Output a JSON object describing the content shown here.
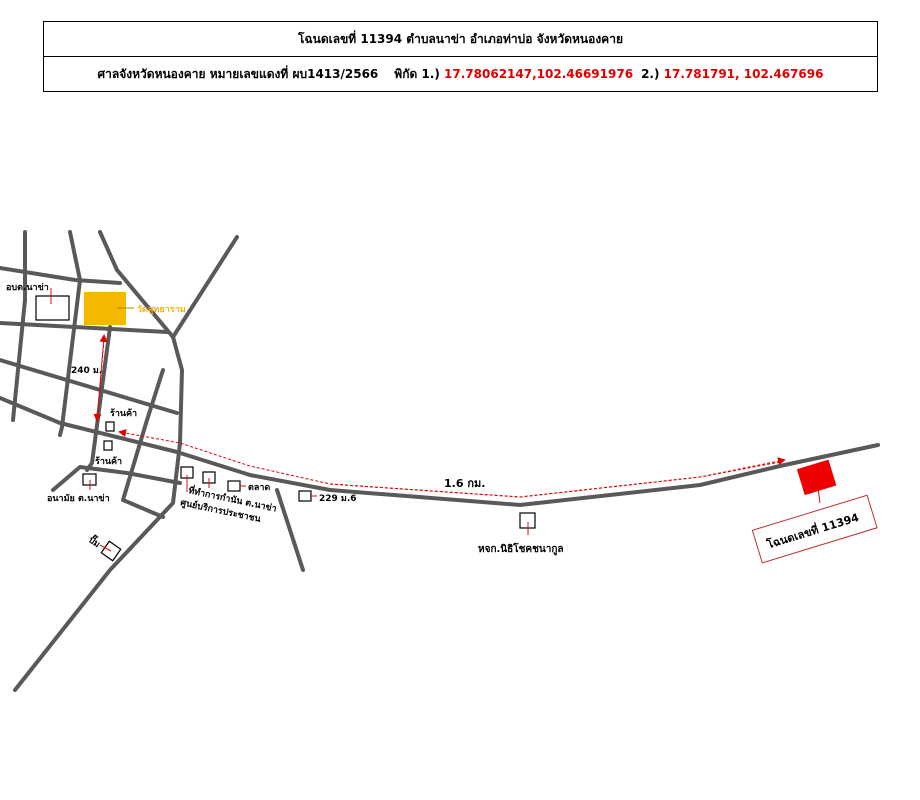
{
  "header": {
    "title": "โฉนดเลขที่ 11394  ตำบลนาข่า  อำเภอท่าบ่อ  จังหวัดหนองคาย",
    "court_case": "ศาลจังหวัดหนองคาย  หมายเลขแดงที่  ผบ1413/2566",
    "coords_label": "พิกัด",
    "coord1_prefix": "1.)",
    "coord1": "17.78062147,102.46691976",
    "coord2_prefix": "2.)",
    "coord2": "17.781791, 102.467696"
  },
  "map": {
    "colors": {
      "road": "#595959",
      "route": "#e00000",
      "target": "#ee0000",
      "temple": "#f5b800"
    },
    "labels": {
      "sao": "อบต.นาข่า",
      "temple": "วัดสุทธาราม",
      "dist_240": "240 ม.",
      "shop1": "ร้านค้า",
      "shop2": "ร้านค้า",
      "health": "อนามัย ต.นาข่า",
      "kamnan": "ที่ทำการกำนัน ต.นาข่า",
      "service": "ศูนย์บริการประชาชน",
      "market": "ตลาด",
      "house229": "229 ม.6",
      "dist_16": "1.6 กม.",
      "company": "หจก.นิธิโชคชนากูล",
      "pump": "ปั๊ม",
      "target": "โฉนดเลขที่ 11394"
    }
  }
}
